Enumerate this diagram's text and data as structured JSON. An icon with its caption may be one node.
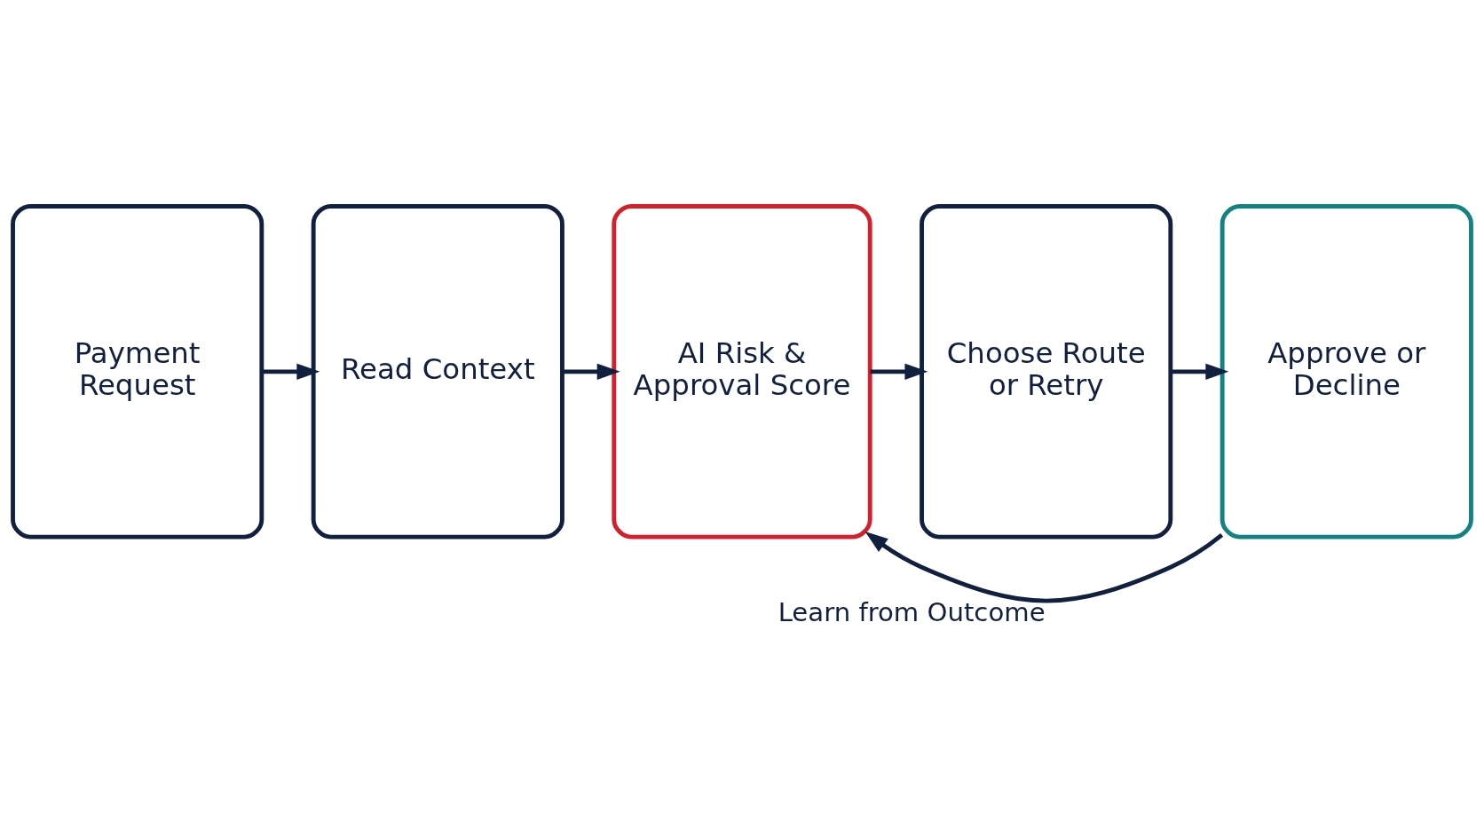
{
  "diagram": {
    "nodes": [
      {
        "text": [
          "Payment Request"
        ]
      },
      {
        "text": [
          "Read Context"
        ]
      },
      {
        "text": [
          "AI Risk & Approval Score"
        ]
      },
      {
        "text": [
          "Choose Route or Retry"
        ]
      },
      {
        "text": [
          "Approve or Decline"
        ]
      }
    ],
    "edges": [
      {
        "from": 0,
        "to": 1,
        "arrow": "to"
      },
      {
        "from": 1,
        "to": 2,
        "arrow": "to"
      },
      {
        "from": 2,
        "to": 3,
        "arrow": "to"
      },
      {
        "from": 3,
        "to": 4,
        "arrow": "to"
      },
      {
        "from": 4,
        "to": 2,
        "arrow": "to",
        "label": "Learn from Outcome"
      }
    ]
  }
}
